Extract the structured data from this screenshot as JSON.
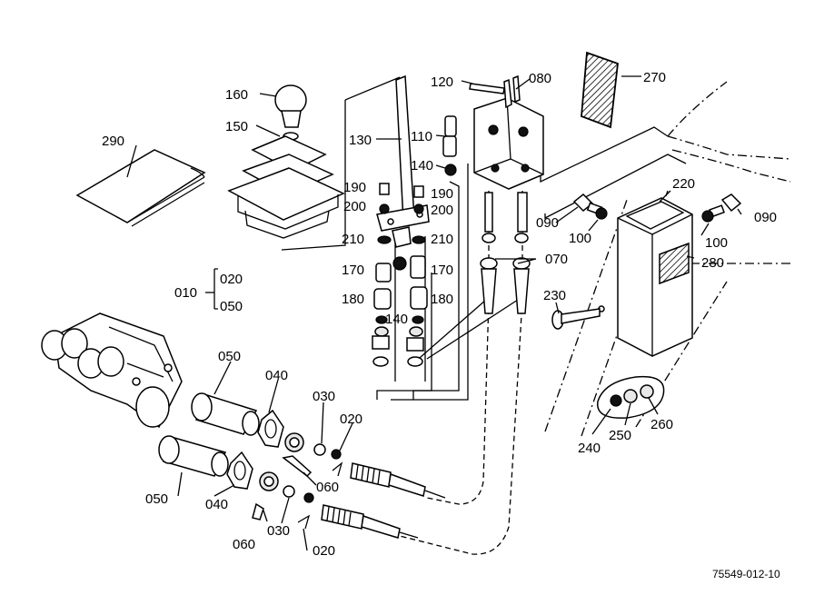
{
  "diagram": {
    "reference_code": "75549-012-10",
    "parts": {
      "p010": "010",
      "p020_top": "020",
      "p050_top": "050",
      "p050_a": "050",
      "p050_b": "050",
      "p040_a": "040",
      "p040_b": "040",
      "p030_a": "030",
      "p030_b": "030",
      "p020_a": "020",
      "p020_b": "020",
      "p060_a": "060",
      "p060_b": "060",
      "p070": "070",
      "p080": "080",
      "p090_a": "090",
      "p090_b": "090",
      "p100_a": "100",
      "p100_b": "100",
      "p110": "110",
      "p120": "120",
      "p130": "130",
      "p140_a": "140",
      "p140_b": "140",
      "p150": "150",
      "p160": "160",
      "p170_a": "170",
      "p170_b": "170",
      "p180_a": "180",
      "p180_b": "180",
      "p190_a": "190",
      "p190_b": "190",
      "p200_a": "200",
      "p200_b": "200",
      "p210_a": "210",
      "p210_b": "210",
      "p220": "220",
      "p230": "230",
      "p240": "240",
      "p250": "250",
      "p260": "260",
      "p270": "270",
      "p280": "280",
      "p290": "290"
    }
  }
}
